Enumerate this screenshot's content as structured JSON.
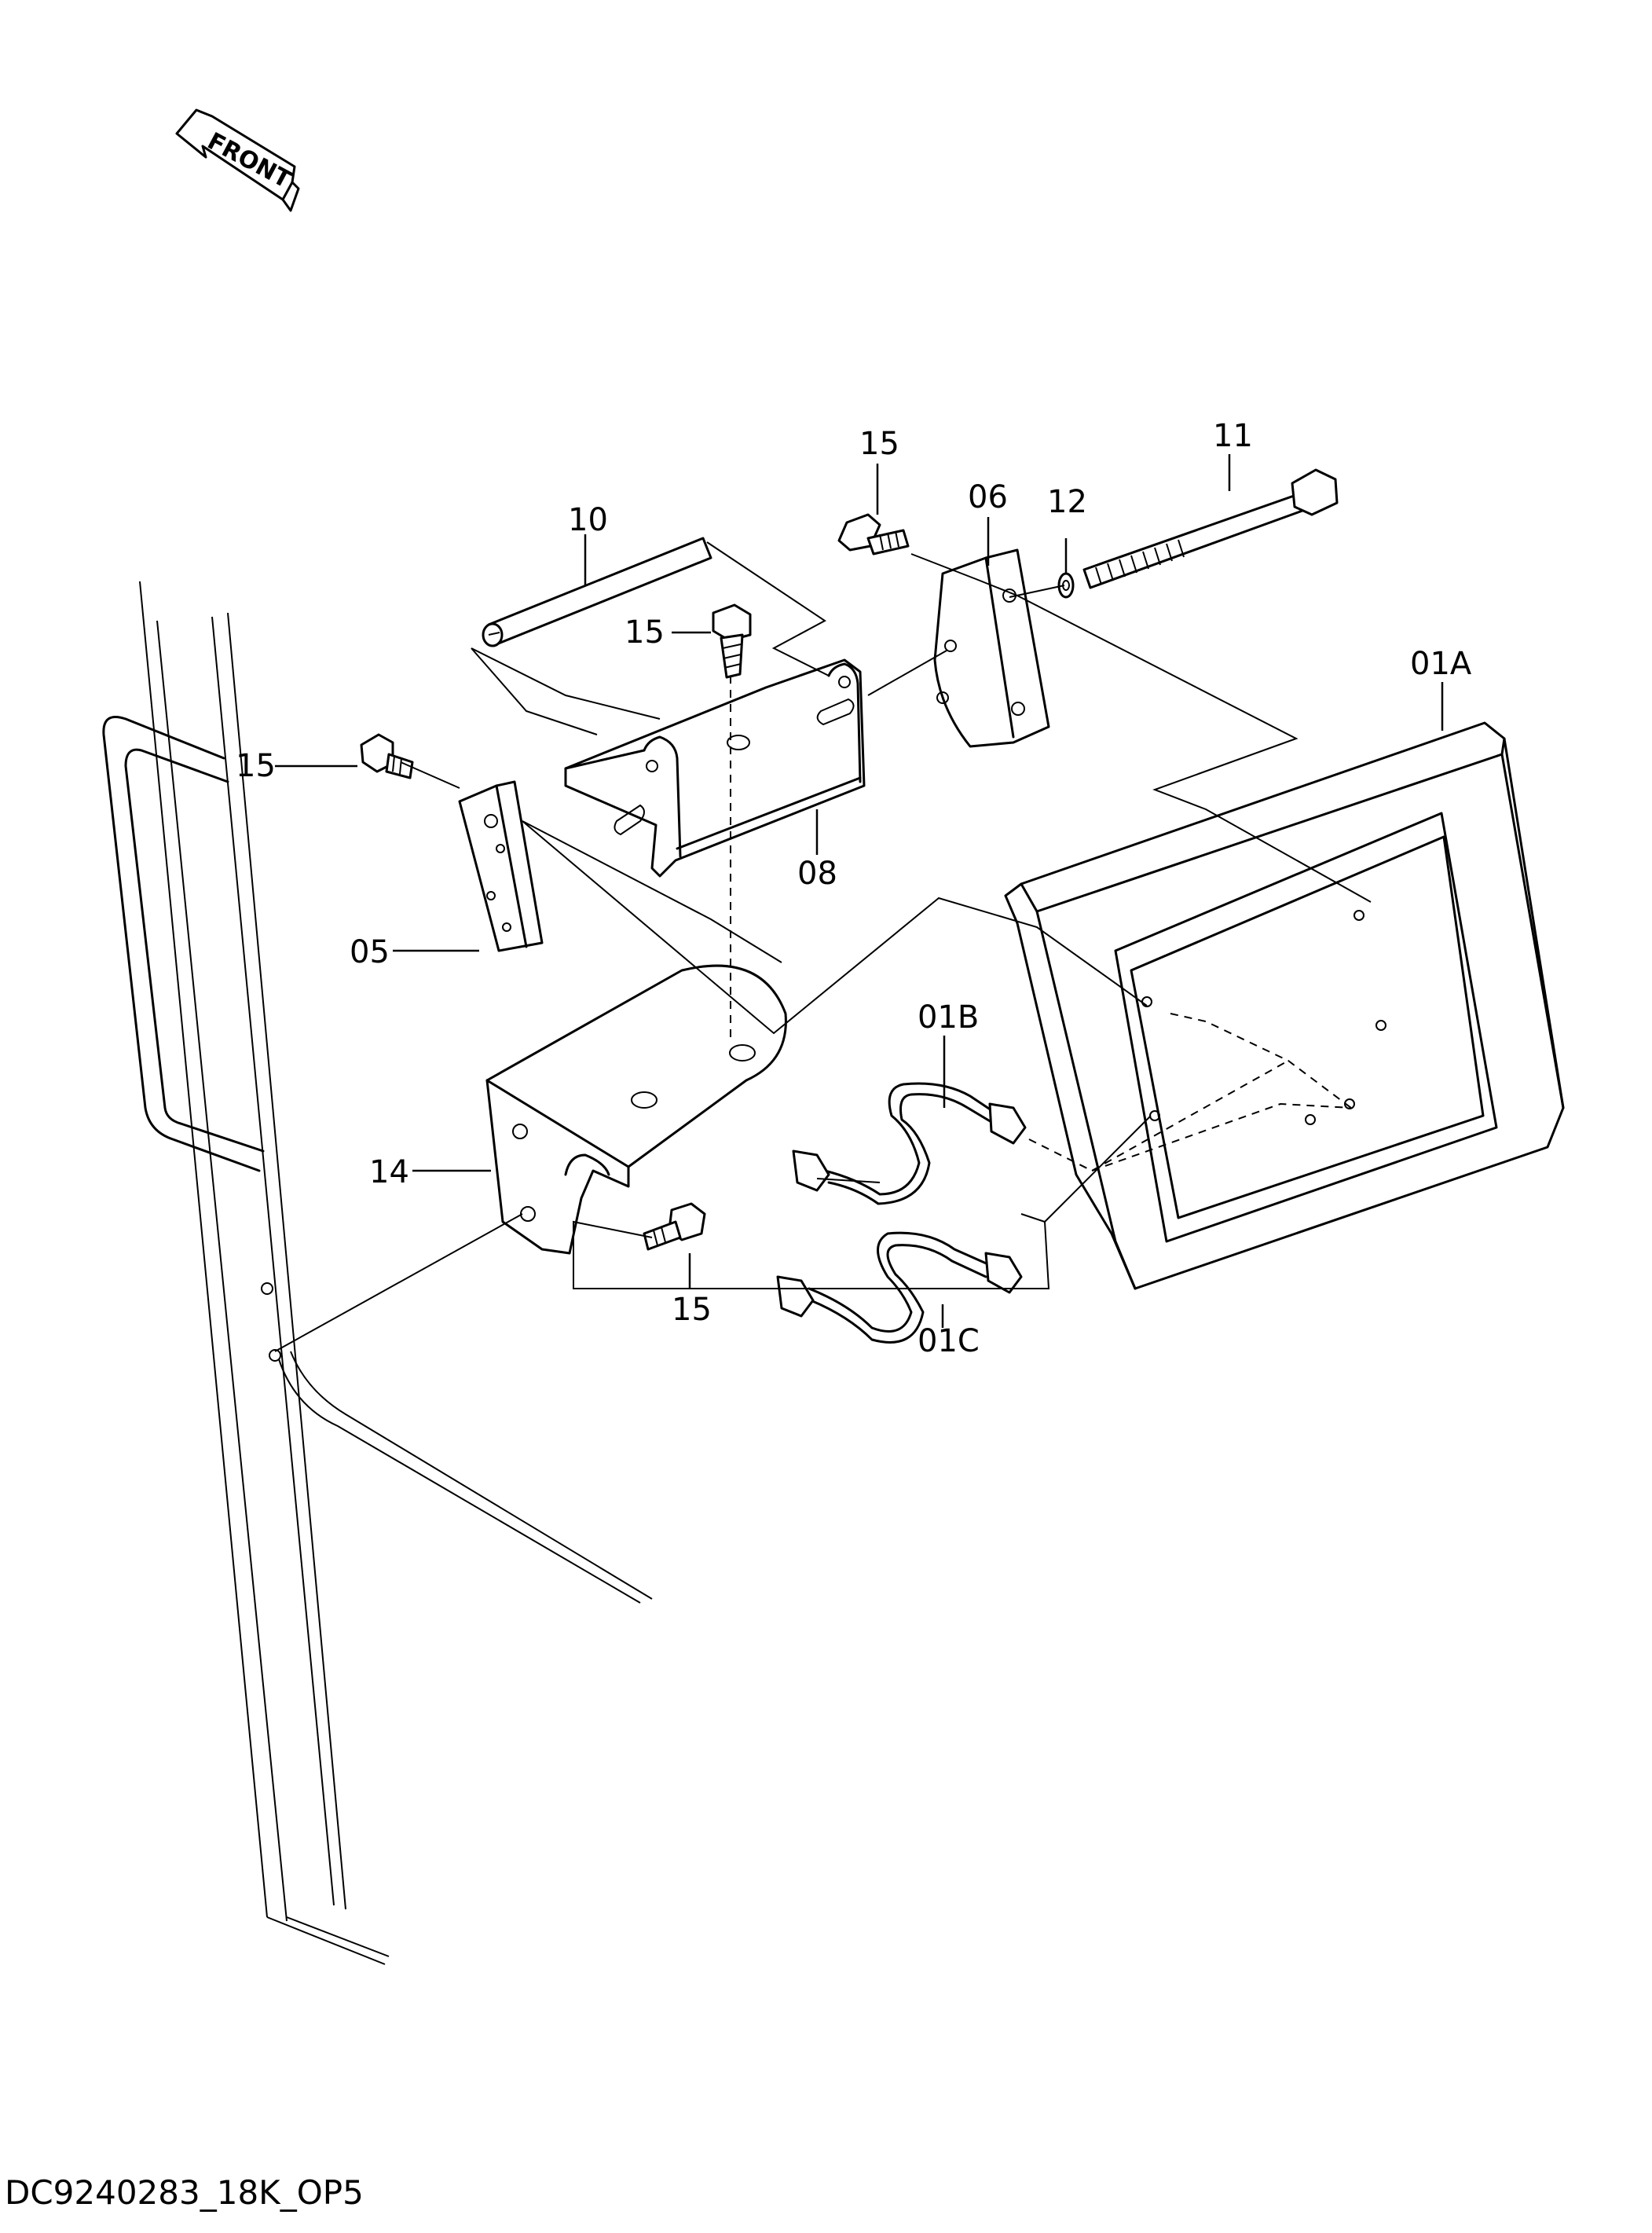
{
  "direction_indicator": {
    "label": "FRONT"
  },
  "callouts": {
    "c10": "10",
    "c15a": "15",
    "c15b": "15",
    "c15c": "15",
    "c15d": "15",
    "c06": "06",
    "c12": "12",
    "c11": "11",
    "c01A": "01A",
    "c01B": "01B",
    "c01C": "01C",
    "c08": "08",
    "c05": "05",
    "c14": "14"
  },
  "drawing_id": "DC9240283_18K_OP5"
}
